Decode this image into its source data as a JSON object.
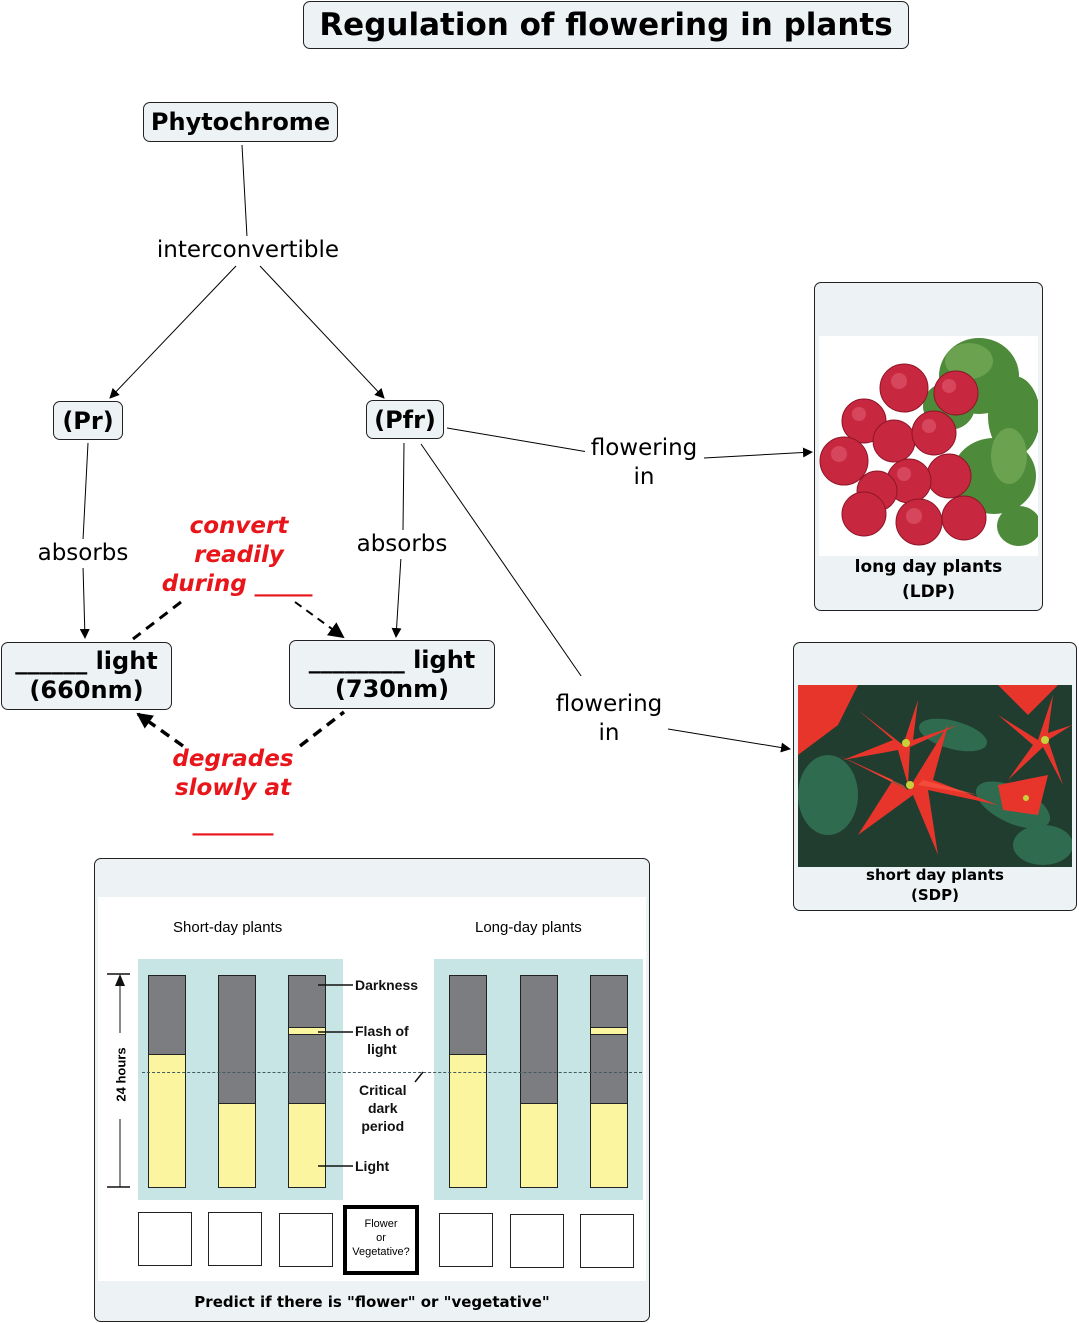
{
  "title": "Regulation of flowering in plants",
  "nodes": {
    "phytochrome": "Phytochrome",
    "pr": "(Pr)",
    "pfr": "(Pfr)",
    "red_light_line1": "______ light",
    "red_light_line2": "(660nm)",
    "far_red_light_line1": "________ light",
    "far_red_light_line2": "(730nm)"
  },
  "link_labels": {
    "interconvertible": "interconvertible",
    "absorbs_left": "absorbs",
    "absorbs_right": "absorbs",
    "flowering_ldp_blank": "________",
    "flowering_ldp_line1": "flowering",
    "flowering_ldp_line2": "in",
    "flowering_sdp_blank": "________",
    "flowering_sdp_line1": "flowering",
    "flowering_sdp_line2": "in"
  },
  "annotations": {
    "convert_line1": "convert",
    "convert_line2": "readily",
    "convert_line3": "during _____",
    "degrades_line1": "degrades",
    "degrades_line2": "slowly at",
    "degrades_line3": "_______"
  },
  "cards": {
    "ldp": {
      "image": "radish-bunch-photo",
      "caption_line1": "long day plants",
      "caption_line2": "(LDP)"
    },
    "sdp": {
      "image": "poinsettia-photo",
      "caption_line1": "short day plants",
      "caption_line2": "(SDP)"
    }
  },
  "figure": {
    "short_day_title": "Short-day plants",
    "long_day_title": "Long-day plants",
    "axis_label": "24 hours",
    "labels": {
      "darkness": "Darkness",
      "flash_line1": "Flash of",
      "flash_line2": "light",
      "critical_line1": "Critical",
      "critical_line2": "dark",
      "critical_line3": "period",
      "light": "Light"
    },
    "bars": [
      {
        "group": "short-day",
        "light_fraction": 0.63,
        "flash": false
      },
      {
        "group": "short-day",
        "light_fraction": 0.4,
        "flash": false
      },
      {
        "group": "short-day",
        "light_fraction": 0.4,
        "flash": true
      },
      {
        "group": "long-day",
        "light_fraction": 0.63,
        "flash": false
      },
      {
        "group": "long-day",
        "light_fraction": 0.4,
        "flash": false
      },
      {
        "group": "long-day",
        "light_fraction": 0.4,
        "flash": true
      }
    ],
    "critical_dark_fraction": 0.54,
    "colors": {
      "dark": "#7b7d80",
      "light": "#fbf5a0",
      "panel": "#c6e5e4"
    },
    "prompt_box": {
      "line1": "Flower",
      "line2": "or",
      "line3": "Vegetative?"
    },
    "answer_boxes": [
      "",
      "",
      "",
      "",
      "",
      ""
    ],
    "caption": "Predict if there is \"flower\" or \"vegetative\""
  }
}
